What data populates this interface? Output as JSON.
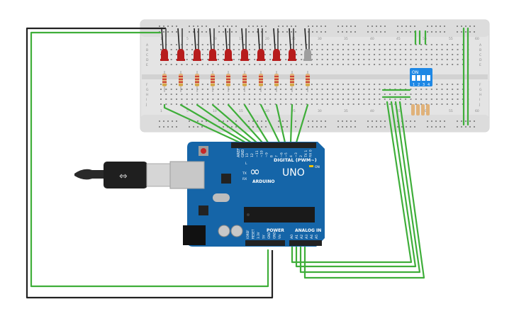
{
  "breadboard": {
    "column_numbers": [
      "1",
      "5",
      "10",
      "15",
      "20",
      "25",
      "30",
      "35",
      "40",
      "45",
      "50",
      "55",
      "60"
    ],
    "row_letters_top": [
      "A",
      "B",
      "C",
      "D",
      "E"
    ],
    "row_letters_bottom": [
      "F",
      "G",
      "H",
      "I",
      "J"
    ]
  },
  "leds": {
    "count": 10,
    "lit_color": "#b71c1c",
    "off_color": "#9e9e9e"
  },
  "dip_switch": {
    "on_label": "ON",
    "switch_numbers": [
      "1",
      "2",
      "3",
      "4"
    ],
    "color": "#1e88e5"
  },
  "arduino": {
    "model": "UNO",
    "brand": "ARDUINO",
    "board_color": "#1565a8",
    "digital_label": "DIGITAL (PWM~)",
    "power_label": "POWER",
    "analog_label": "ANALOG IN",
    "aref_label": "AREF",
    "gnd_label": "GND",
    "digital_pins": [
      "13",
      "12",
      "~11",
      "~10",
      "~9",
      "8",
      "7",
      "~6",
      "~5",
      "4",
      "~3",
      "2",
      "TX 1",
      "RX 0"
    ],
    "power_pins": [
      "IOREF",
      "RESET",
      "3.3V",
      "5V",
      "GND",
      "GND",
      "Vin"
    ],
    "analog_pins": [
      "A0",
      "A1",
      "A2",
      "A3",
      "A4",
      "A5"
    ],
    "indicators": [
      "L",
      "TX",
      "RX",
      "ON"
    ]
  },
  "colors": {
    "wire_green": "#3fae3a",
    "wire_black": "#222222",
    "breadboard": "#e6e6e6",
    "resistor_body": "#e0b27a"
  }
}
